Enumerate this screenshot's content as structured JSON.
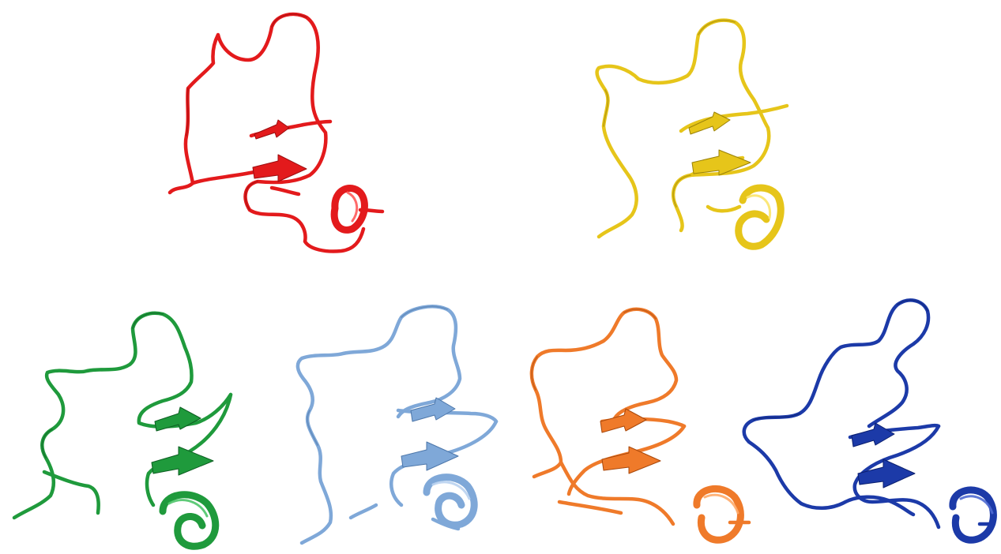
{
  "figure": {
    "structures": [
      {
        "name": "structure-red",
        "color": "#e31a1c",
        "dark": "#9b0d0f",
        "light": "#ff5a5a"
      },
      {
        "name": "structure-yellow",
        "color": "#e6c51a",
        "dark": "#9a8208",
        "light": "#fbe46a"
      },
      {
        "name": "structure-green",
        "color": "#1f9a3c",
        "dark": "#0d5f22",
        "light": "#4fc56a"
      },
      {
        "name": "structure-lightblue",
        "color": "#7fa8d8",
        "dark": "#4d77aa",
        "light": "#b9d2ef"
      },
      {
        "name": "structure-orange",
        "color": "#ef7a2a",
        "dark": "#a9480b",
        "light": "#ffab6a"
      },
      {
        "name": "structure-navy",
        "color": "#1c3aa8",
        "dark": "#0b1f6e",
        "light": "#4f6ad2"
      }
    ]
  }
}
